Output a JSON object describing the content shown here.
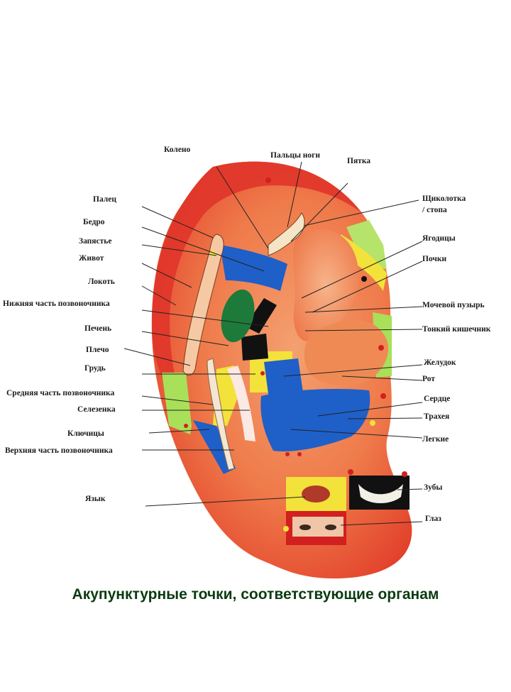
{
  "caption": "Акупунктурные точки, соответствующие органам",
  "labels": {
    "koleno": "Колено",
    "paltsy_nogi": "Пальцы ноги",
    "pyatka": "Пятка",
    "shchikolotka_1": "Щиколотка",
    "shchikolotka_2": "/ стопа",
    "palets": "Палец",
    "bedro": "Бедро",
    "zapyaste": "Запястье",
    "zhivot": "Живот",
    "lokot": "Локоть",
    "nizhnyaya_pozv": "Нижняя часть позвоночника",
    "pechen": "Печень",
    "plecho": "Плечо",
    "grud": "Грудь",
    "srednyaya_pozv": "Средняя часть позвоночника",
    "selezenka": "Селезенка",
    "klyuchitsy": "Ключицы",
    "verkhnyaya_pozv": "Верхняя часть позвоночника",
    "yazyk": "Язык",
    "yagoditsy": "Ягодицы",
    "pochki": "Почки",
    "mochevoy_puzyr": "Мочевой пузырь",
    "tonkiy_kishechnik": "Тонкий кишечник",
    "zheludok": "Желудок",
    "rot": "Рот",
    "serdtse": "Сердце",
    "trakheya": "Трахея",
    "legkie": "Легкие",
    "zuby": "Зубы",
    "glaz": "Глаз"
  },
  "colors": {
    "ear_red": "#e8412c",
    "ear_orange": "#f0834a",
    "zone_blue": "#1f5fc8",
    "zone_yellow": "#f3e23a",
    "zone_green": "#a8e05a",
    "zone_white": "#fbe9e4",
    "zone_black": "#111111",
    "point_red": "#d21f1f",
    "caption_green": "#0a3b10"
  }
}
